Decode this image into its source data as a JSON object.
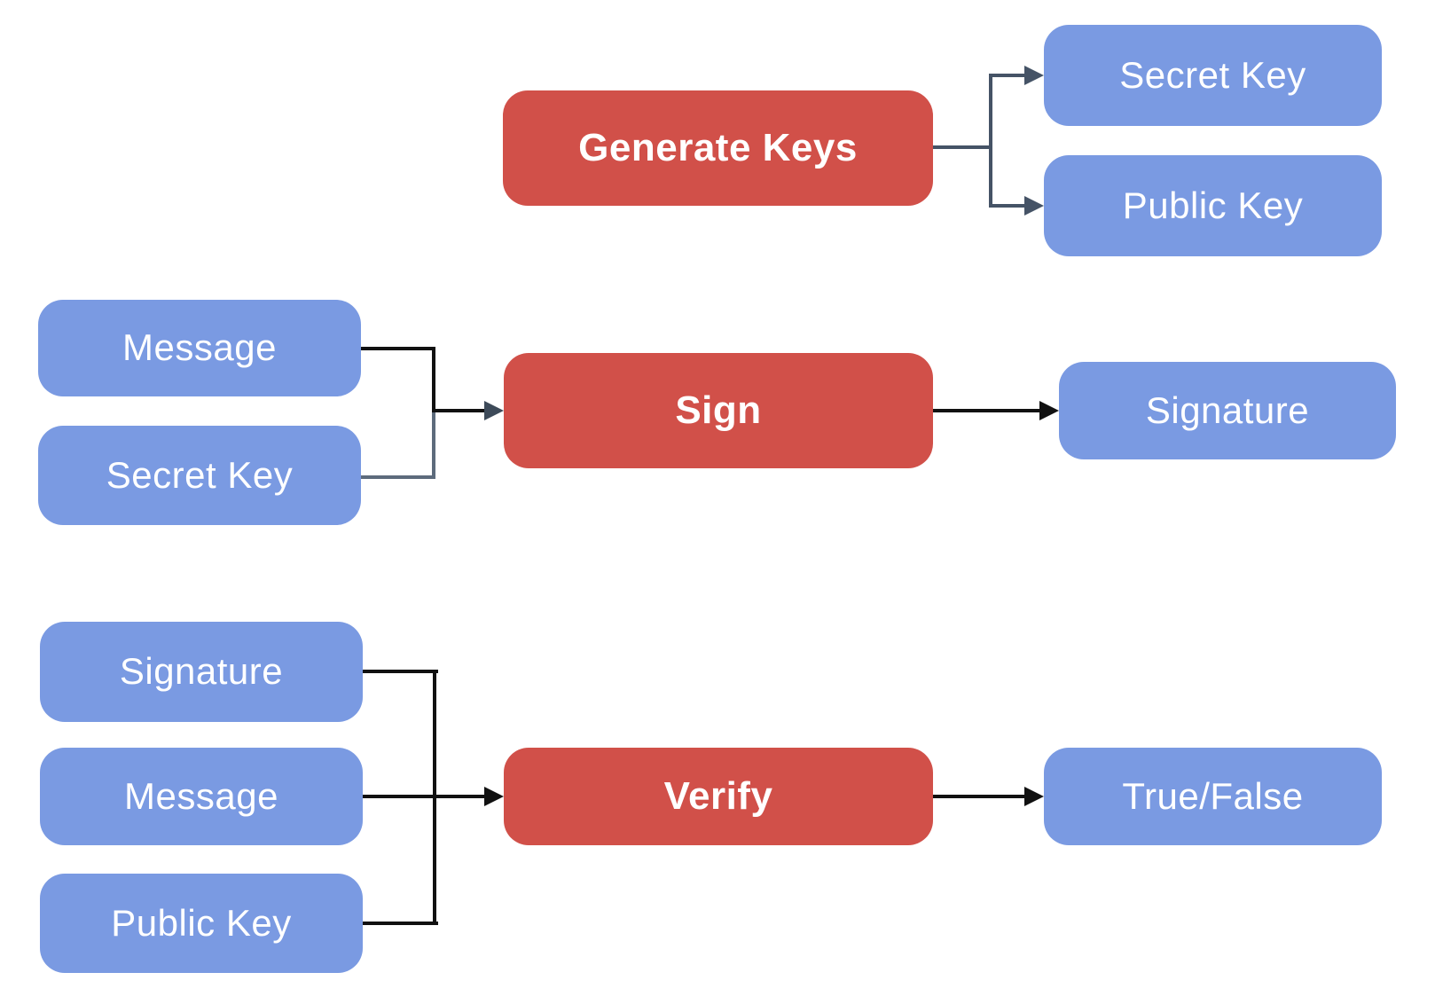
{
  "diagram": {
    "description": "Digital signature scheme flow diagram with three operations: key generation, signing, and verification",
    "background": "#FFFFFF",
    "palette": {
      "process_fill": "#D15049",
      "data_fill": "#7A9AE2",
      "label_text": "#FFFFFF",
      "connector_dark_slate": "#455366",
      "connector_gray": "#5D6B7C",
      "connector_black": "#111111"
    }
  },
  "nodes": {
    "generate_keys": {
      "label": "Generate Keys",
      "type": "process"
    },
    "secret_key_out": {
      "label": "Secret Key",
      "type": "data"
    },
    "public_key_out": {
      "label": "Public Key",
      "type": "data"
    },
    "message_sign": {
      "label": "Message",
      "type": "data"
    },
    "secret_key_sign": {
      "label": "Secret Key",
      "type": "data"
    },
    "sign": {
      "label": "Sign",
      "type": "process"
    },
    "signature_out": {
      "label": "Signature",
      "type": "data"
    },
    "signature_verify": {
      "label": "Signature",
      "type": "data"
    },
    "message_verify": {
      "label": "Message",
      "type": "data"
    },
    "public_key_verify": {
      "label": "Public Key",
      "type": "data"
    },
    "verify": {
      "label": "Verify",
      "type": "process"
    },
    "true_false": {
      "label": "True/False",
      "type": "data"
    }
  },
  "edges": [
    {
      "from": "generate_keys",
      "to": "secret_key_out",
      "style": "dark-slate, elbow, arrow"
    },
    {
      "from": "generate_keys",
      "to": "public_key_out",
      "style": "dark-slate, elbow, arrow"
    },
    {
      "from": "message_sign",
      "to": "sign",
      "style": "black, elbow, arrow"
    },
    {
      "from": "secret_key_sign",
      "to": "sign",
      "style": "gray, elbow, joins message line"
    },
    {
      "from": "sign",
      "to": "signature_out",
      "style": "black, straight, arrow"
    },
    {
      "from": "signature_verify",
      "to": "verify",
      "style": "black, elbow, joins message line"
    },
    {
      "from": "message_verify",
      "to": "verify",
      "style": "black, straight, arrow"
    },
    {
      "from": "public_key_verify",
      "to": "verify",
      "style": "black, elbow, joins message line"
    },
    {
      "from": "verify",
      "to": "true_false",
      "style": "black, straight, arrow"
    }
  ]
}
